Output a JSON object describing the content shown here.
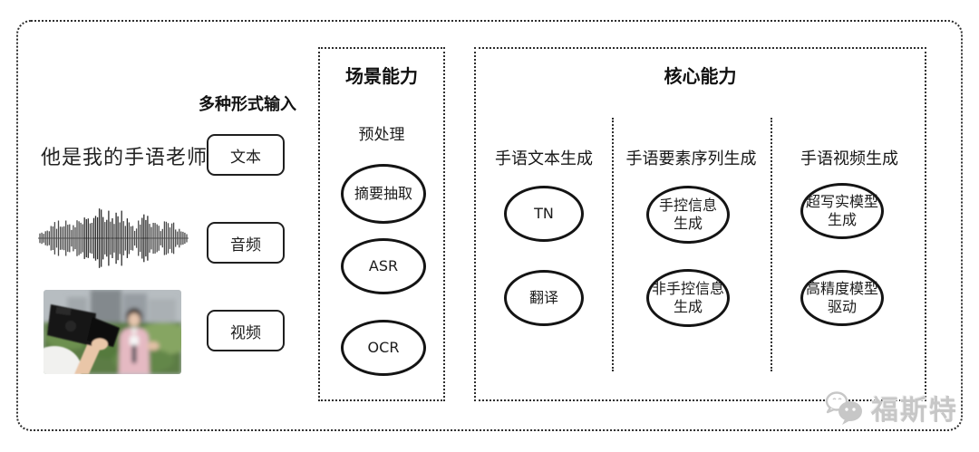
{
  "input_section": {
    "heading": "多种形式输入",
    "sample_text": "他是我的手语老师",
    "input_types": [
      {
        "label": "文本"
      },
      {
        "label": "音频"
      },
      {
        "label": "视频"
      }
    ],
    "icons": {
      "audio": "audio-waveform-icon",
      "video": "reporter-video-thumbnail"
    }
  },
  "scene_box": {
    "title": "场景能力",
    "subtitle": "预处理",
    "nodes": [
      "摘要抽取",
      "ASR",
      "OCR"
    ]
  },
  "core_box": {
    "title": "核心能力",
    "columns": [
      {
        "header": "手语文本生成",
        "nodes": [
          "TN",
          "翻译"
        ]
      },
      {
        "header": "手语要素序列生成",
        "nodes": [
          "手控信息\n生成",
          "非手控信息\n生成"
        ]
      },
      {
        "header": "手语视频生成",
        "nodes": [
          "超写实模型\n生成",
          "高精度模型\n驱动"
        ]
      }
    ]
  },
  "watermark": {
    "brand": "福斯特",
    "icon": "wechat-icon"
  },
  "colors": {
    "frame_border": "#2e2e2e",
    "node_border": "#141414",
    "text": "#1c1c1c",
    "watermark_gray": "#c7c7c7"
  }
}
